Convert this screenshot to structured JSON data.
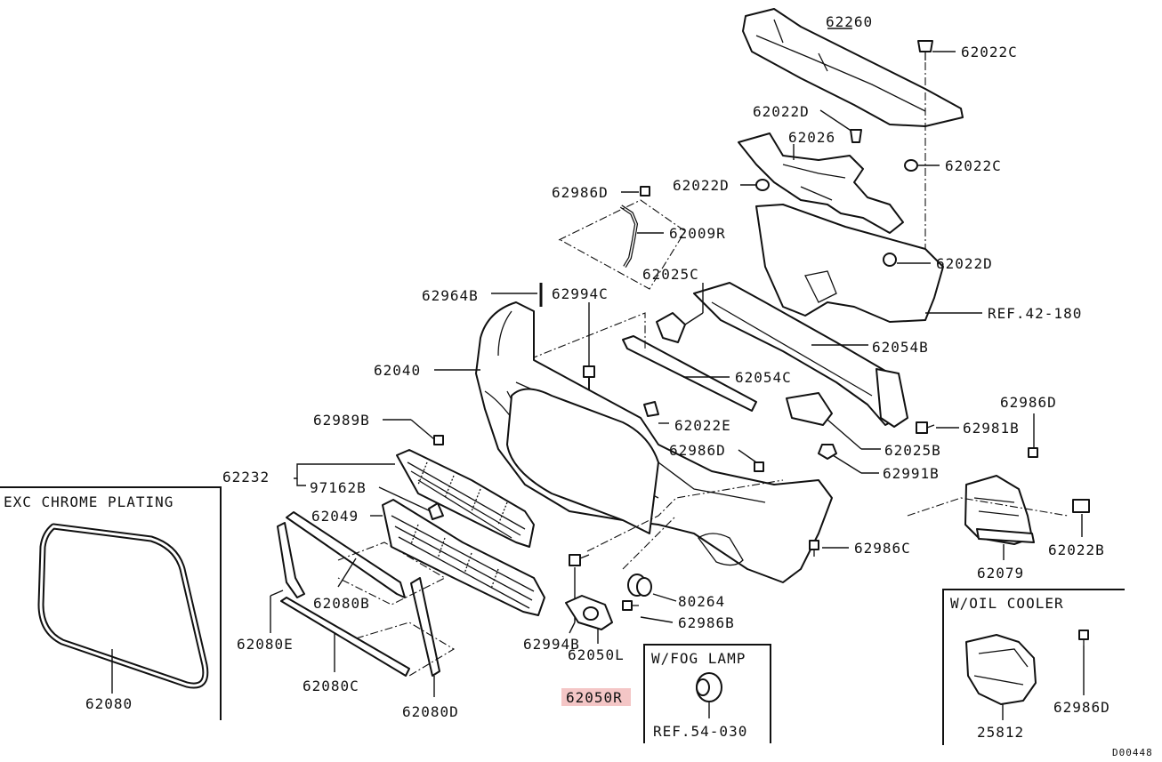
{
  "labels": {
    "p62260": "62260",
    "p62022C_1": "62022C",
    "p62022D_1": "62022D",
    "p62026": "62026",
    "p62022C_2": "62022C",
    "p62986D_1": "62986D",
    "p62022D_2": "62022D",
    "p62009R": "62009R",
    "p62022D_3": "62022D",
    "p62025C": "62025C",
    "p62964B": "62964B",
    "p62994C": "62994C",
    "pREF42": "REF.42-180",
    "p62054B": "62054B",
    "p62040": "62040",
    "p62054C": "62054C",
    "p62986D_2": "62986D",
    "p62989B": "62989B",
    "p62022E": "62022E",
    "p62981B": "62981B",
    "p62025B": "62025B",
    "p62986D_3": "62986D",
    "p62232": "62232",
    "p62991B": "62991B",
    "p97162B": "97162B",
    "p62049": "62049",
    "p62986C": "62986C",
    "p62022B": "62022B",
    "p62080B": "62080B",
    "p62079": "62079",
    "p80264": "80264",
    "p62080E": "62080E",
    "p62986B": "62986B",
    "p62994B": "62994B",
    "p62080C": "62080C",
    "p62050L": "62050L",
    "p62050R": "62050R",
    "p62080D": "62080D",
    "p62080": "62080",
    "pREF54": "REF.54-030",
    "p25812": "25812",
    "p62986D_4": "62986D",
    "code": "D00448"
  },
  "insets": {
    "chrome": "EXC CHROME PLATING",
    "fog": "W/FOG LAMP",
    "oil": "W/OIL COOLER"
  },
  "highlight_color": "#f4c6c6"
}
